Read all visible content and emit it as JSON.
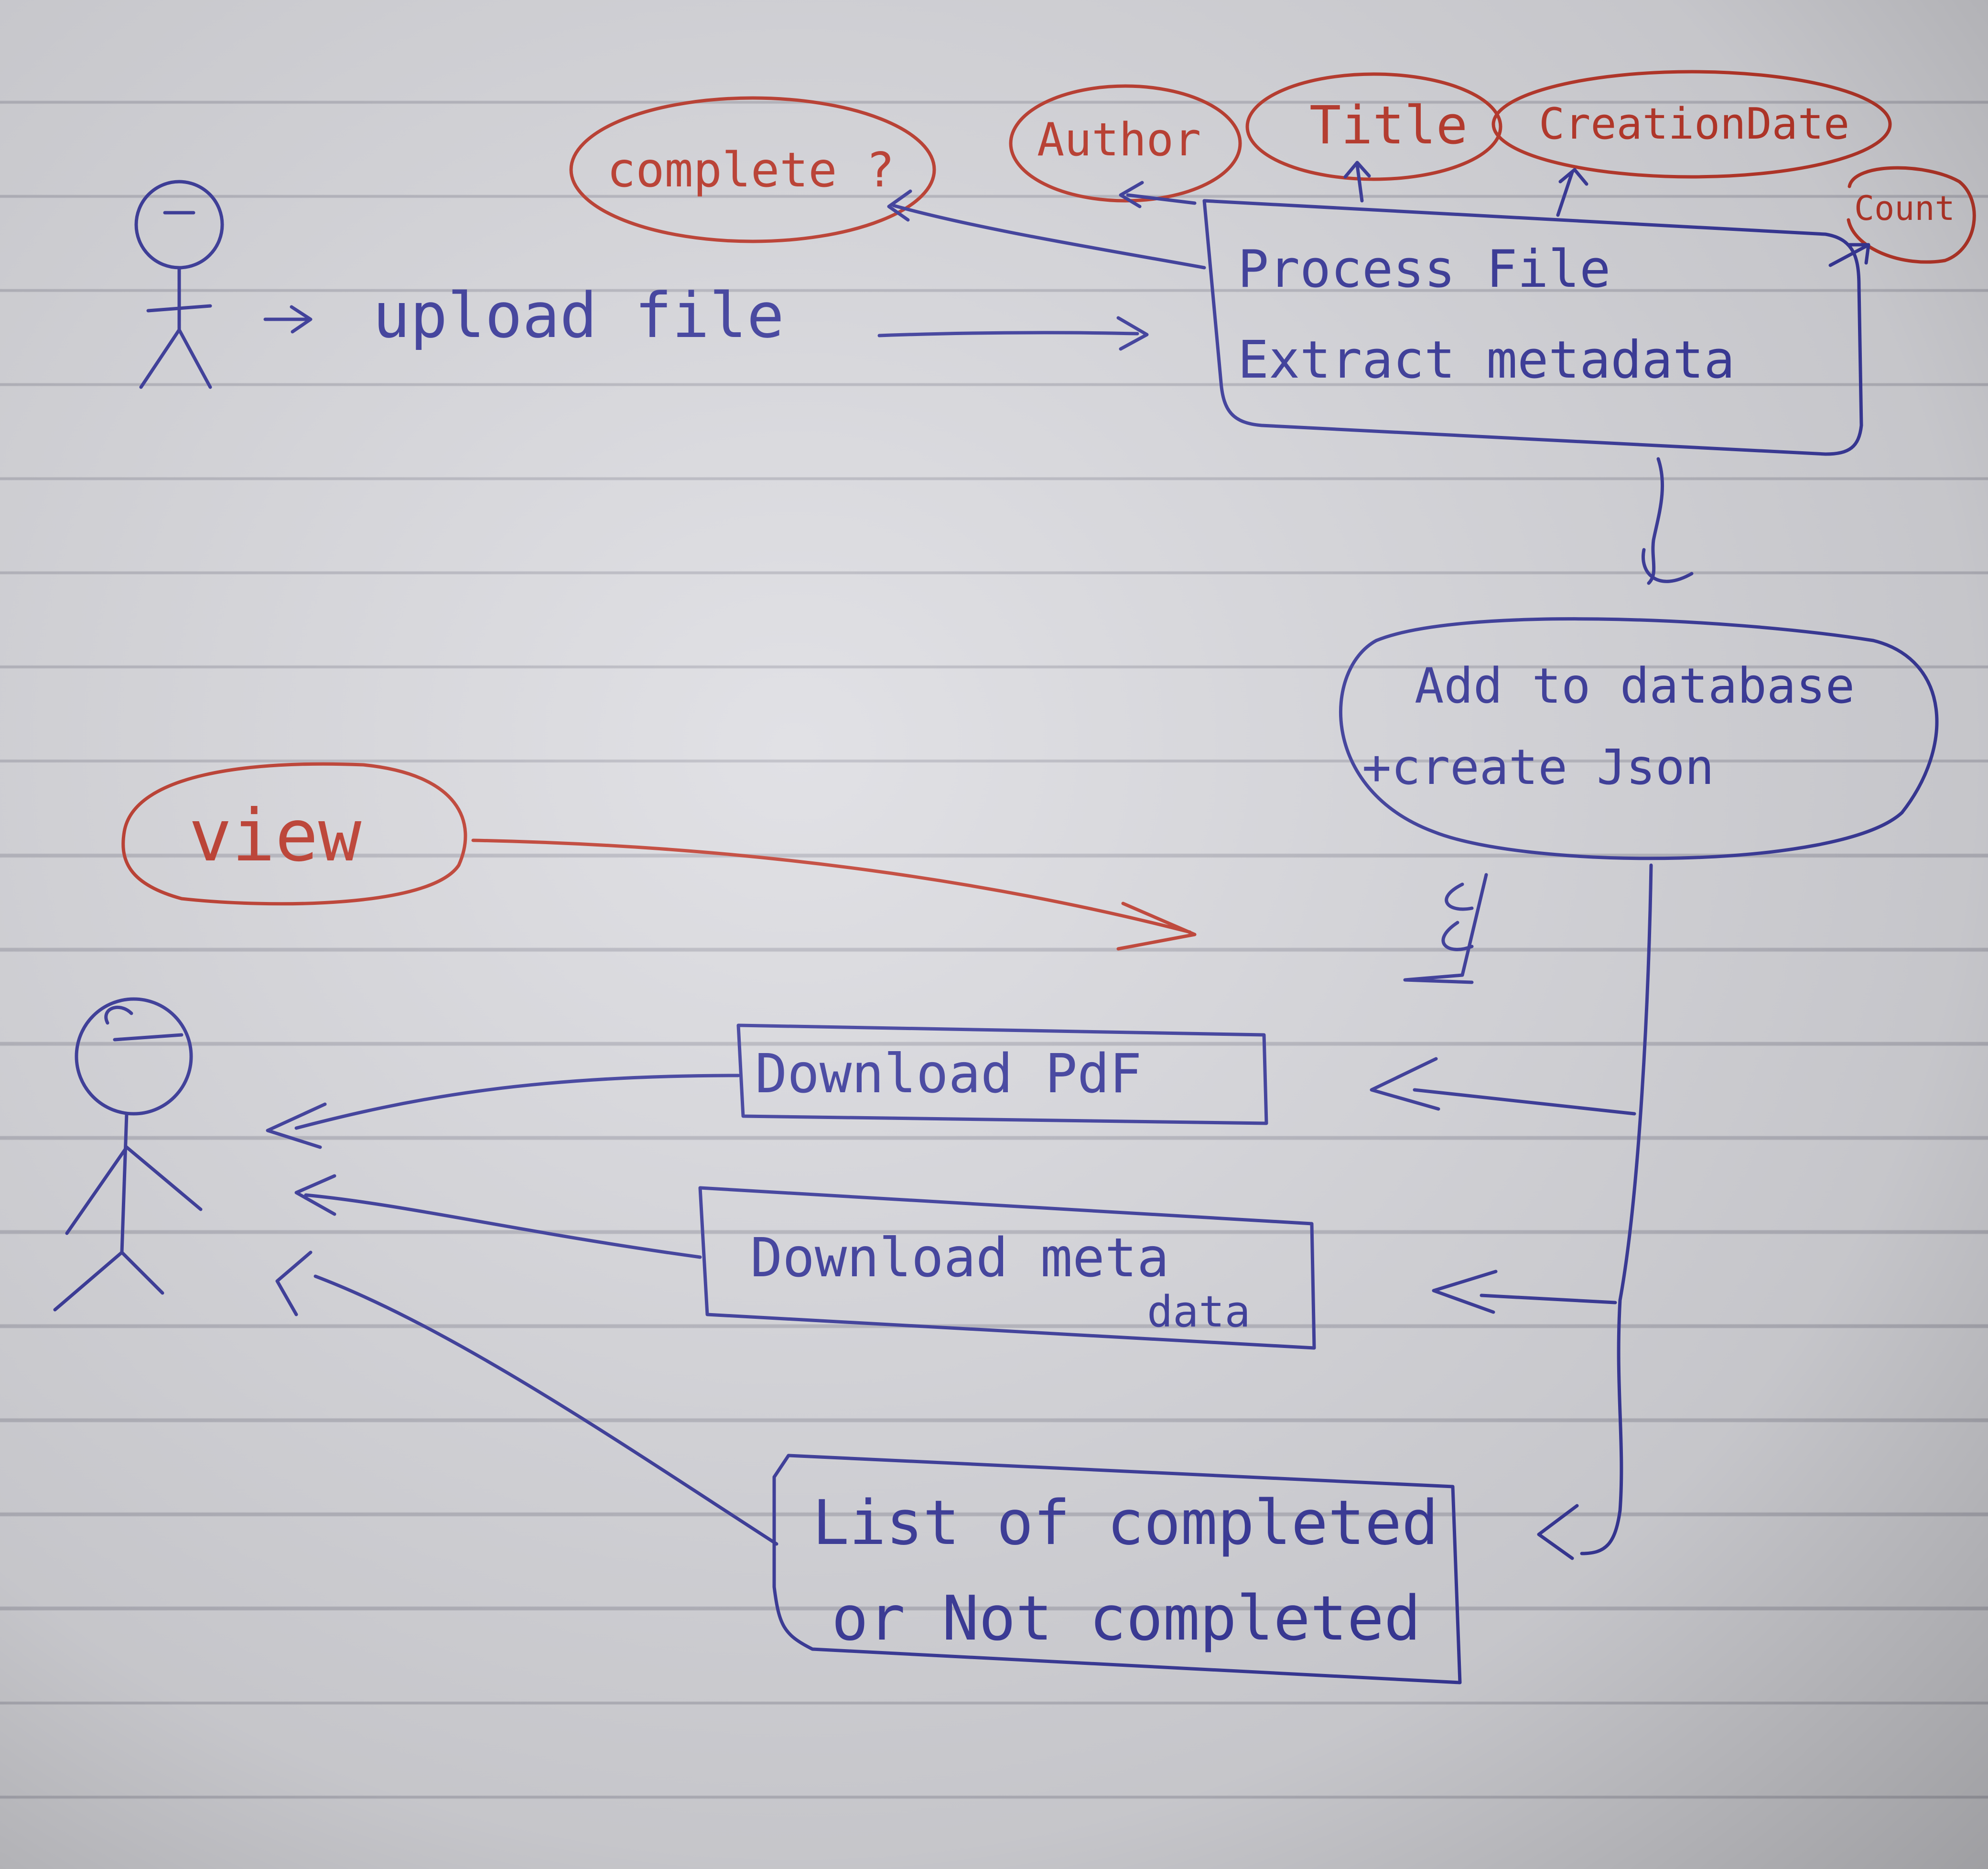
{
  "actors": {
    "uploader": {
      "icon": "stick-figure-icon"
    },
    "viewer": {
      "icon": "stick-figure-icon"
    }
  },
  "flow_labels": {
    "upload": "upload file",
    "view": "view"
  },
  "nodes": {
    "process": {
      "line1": "Process File",
      "line2": "Extract metadata"
    },
    "complete": "complete ?",
    "author": "Author",
    "title": "Title",
    "creation_date": "CreationDate",
    "count": "Count",
    "database": {
      "line1": "Add to database",
      "line2": "+create Json"
    },
    "download_pdf": "Download PdF",
    "download_meta": {
      "line1": "Download  meta",
      "line2": "data"
    },
    "list": {
      "line1": "List of completed",
      "line2": "or  Not completed"
    }
  },
  "colors": {
    "ink_blue": "#3a3a9e",
    "ink_red": "#c0392b",
    "paper": "#dcdce1",
    "rule": "#b9b9c2"
  }
}
